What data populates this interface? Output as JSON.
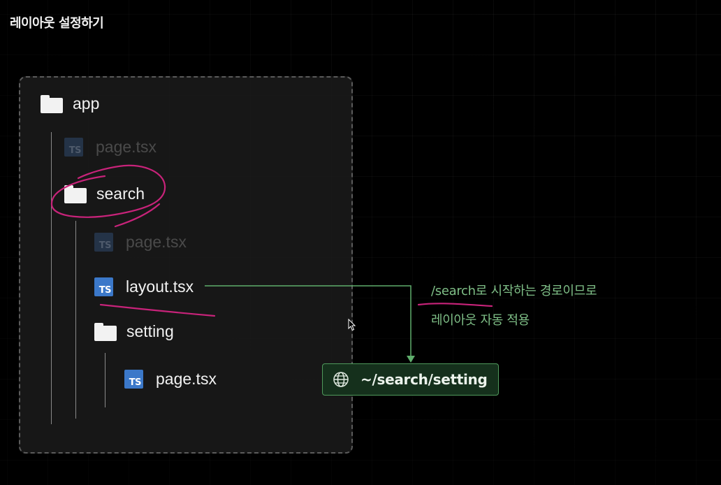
{
  "title": "레이아웃 설정하기",
  "tree": {
    "app": "app",
    "app_page": "page.tsx",
    "search": "search",
    "search_page": "page.tsx",
    "search_layout": "layout.tsx",
    "setting": "setting",
    "setting_page": "page.tsx"
  },
  "icons": {
    "folder": "folder-icon",
    "typescript": "typescript-file-icon",
    "typescript_badge": "TS",
    "globe": "globe-icon",
    "cursor": "mouse-pointer-icon"
  },
  "annotation": {
    "line1": "/search로 시작하는 경로이므로",
    "line2": "레이아웃 자동 적용"
  },
  "route": {
    "url": "~/search/setting"
  },
  "colors": {
    "background": "#000000",
    "accent_green": "#7fbf87",
    "highlight_magenta": "#c8237a",
    "ts_blue": "#3b78c9"
  }
}
